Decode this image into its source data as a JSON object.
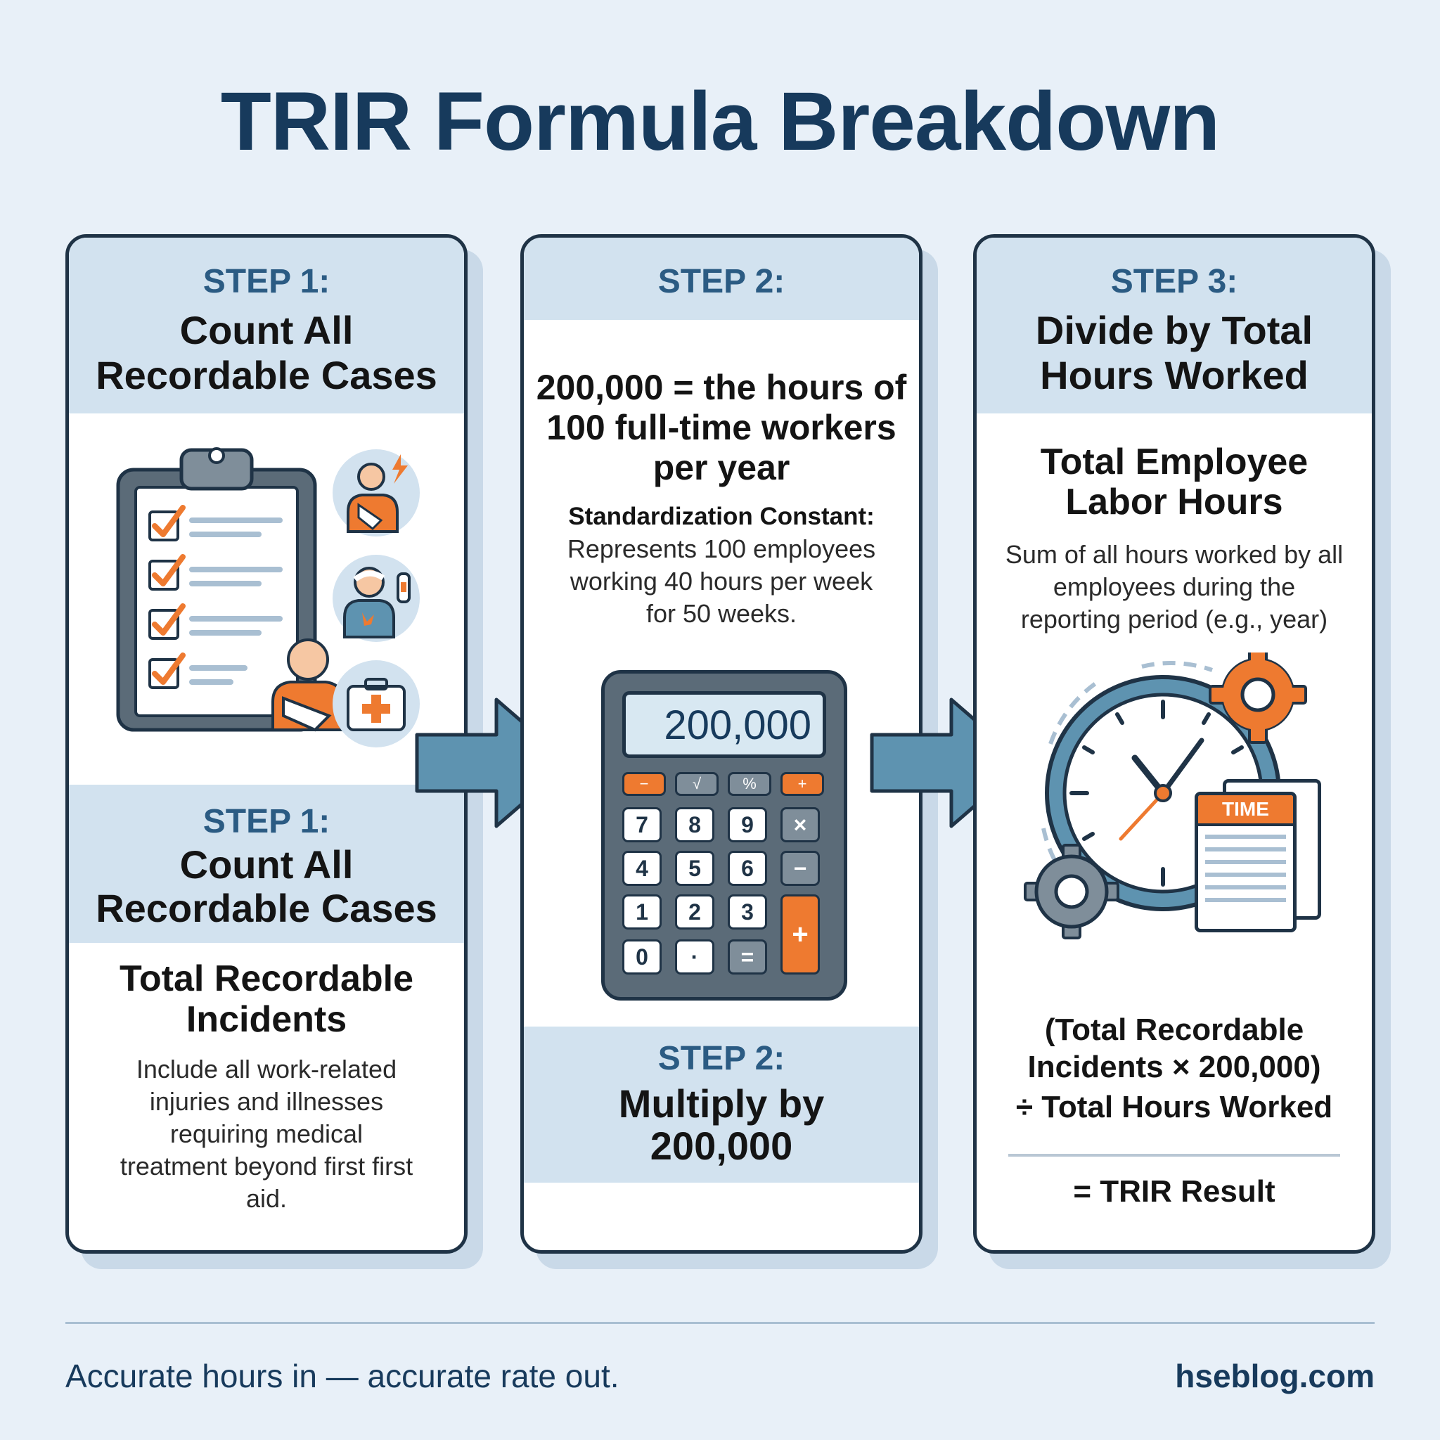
{
  "title": "TRIR Formula Breakdown",
  "step1": {
    "top_label": "STEP 1:",
    "top_heading_1": "Count All",
    "top_heading_2": "Recordable Cases",
    "mid_label": "STEP 1:",
    "mid_heading_1": "Count All",
    "mid_heading_2": "Recordable Cases",
    "sub_heading": "Total Recordable Incidents",
    "body": "Include all work-related injuries and illnesses requiring medical treatment beyond first first aid.",
    "icons": [
      "clipboard-checklist-icon",
      "injured-worker-icon",
      "head-injury-worker-icon",
      "first-aid-kit-icon"
    ]
  },
  "step2": {
    "top_label": "STEP 2:",
    "formula_text": "200,000 = the hours of 100 full-time workers per year",
    "constant_title": "Standardization Constant:",
    "constant_body": "Represents 100 employees working 40 hours per week for 50 weeks.",
    "calculator_display": "200,000",
    "keys": {
      "row0": [
        "−",
        "√",
        "%",
        "+"
      ],
      "row1": [
        "7",
        "8",
        "9",
        "×"
      ],
      "row2": [
        "4",
        "5",
        "6",
        "−"
      ],
      "row3": [
        "1",
        "2",
        "3",
        "+"
      ],
      "row4": [
        "0",
        "·",
        "="
      ]
    },
    "bottom_label": "STEP 2:",
    "bottom_heading_1": "Multiply by",
    "bottom_heading_2": "200,000"
  },
  "step3": {
    "top_label": "STEP 3:",
    "top_heading_1": "Divide by Total",
    "top_heading_2": "Hours Worked",
    "sub_heading_1": "Total Employee",
    "sub_heading_2": "Labor Hours",
    "body": "Sum of all hours worked by all employees during the reporting period (e.g., year)",
    "timesheet_label": "TIME",
    "formula_line1": "(Total Recordable",
    "formula_line2": "Incidents × 200,000)",
    "formula_line3": "÷ Total Hours Worked",
    "result": "= TRIR Result"
  },
  "footer": {
    "tagline": "Accurate hours in — accurate rate out.",
    "site": "hseblog.com"
  },
  "colors": {
    "navy": "#173a5c",
    "step_blue": "#2b5b83",
    "band": "#d2e2ef",
    "orange": "#ee7a30",
    "arrow": "#5e93b0"
  }
}
